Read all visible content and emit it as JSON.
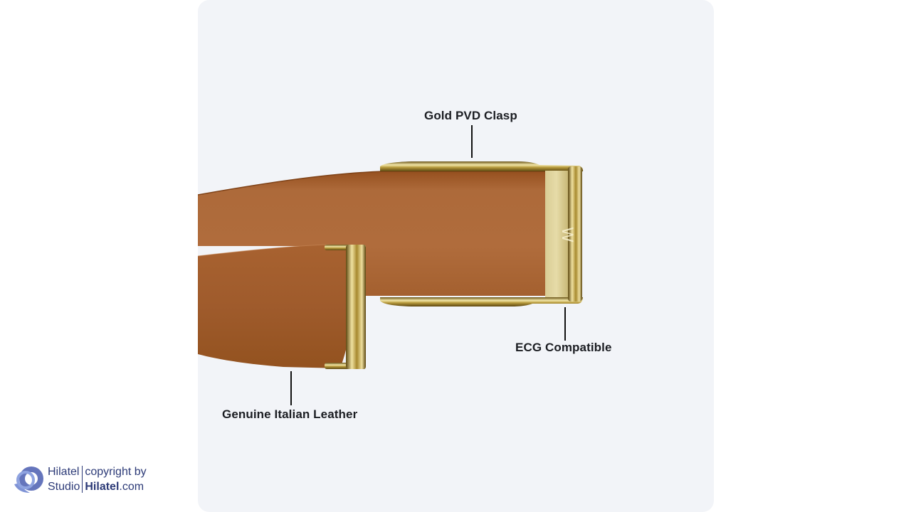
{
  "image": {
    "background_color": "#f2f4f8",
    "leather_color": "#a9602e",
    "hardware_color": "#d8c890"
  },
  "callouts": {
    "clasp": "Gold PVD Clasp",
    "ecg": "ECG Compatible",
    "leather": "Genuine Italian Leather"
  },
  "clasp_monogram": "W",
  "watermark": {
    "brand": "Hilatel",
    "studio": "Studio",
    "copyright": "copyright by",
    "site_bold": "Hilatel",
    "site_suffix": ".com",
    "logo_icon": "hilatel-logo-icon"
  }
}
